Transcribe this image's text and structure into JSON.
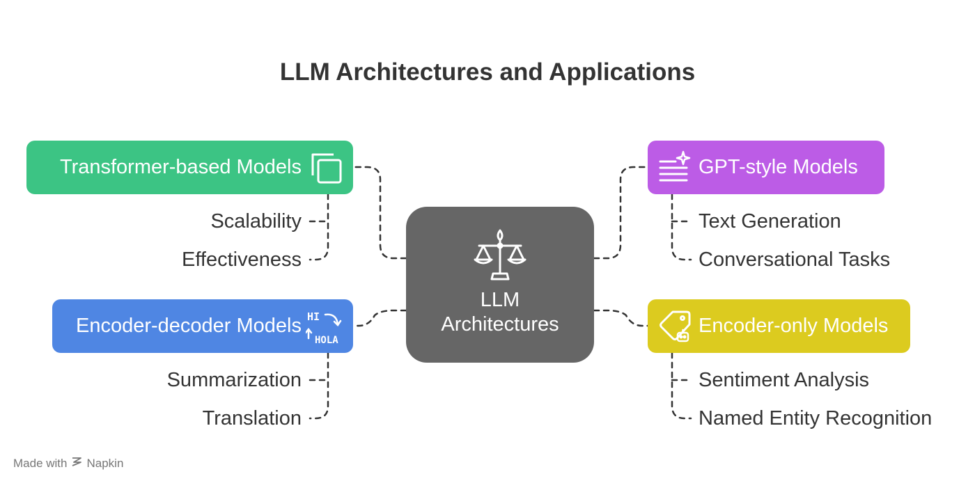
{
  "title": "LLM Architectures and Applications",
  "center": {
    "line1": "LLM",
    "line2": "Architectures",
    "icon": "scales-icon",
    "color": "#666666"
  },
  "branches": {
    "transformer": {
      "label": "Transformer-based Models",
      "icon": "copy-squares-icon",
      "color": "#3cc484",
      "items": [
        "Scalability",
        "Effectiveness"
      ]
    },
    "gpt": {
      "label": "GPT-style Models",
      "icon": "text-sparkle-icon",
      "color": "#bc5ce6",
      "items": [
        "Text Generation",
        "Conversational Tasks"
      ]
    },
    "encdec": {
      "label": "Encoder-decoder Models",
      "icon": "translate-icon",
      "icon_text_top": "HI",
      "icon_text_bottom": "HOLA",
      "color": "#4f86e3",
      "items": [
        "Summarization",
        "Translation"
      ]
    },
    "enconly": {
      "label": "Encoder-only Models",
      "icon": "tag-robot-icon",
      "color": "#dccb1f",
      "items": [
        "Sentiment Analysis",
        "Named Entity Recognition"
      ]
    }
  },
  "footer": {
    "made_with": "Made with",
    "brand": "Napkin",
    "icon": "napkin-logo-icon"
  }
}
